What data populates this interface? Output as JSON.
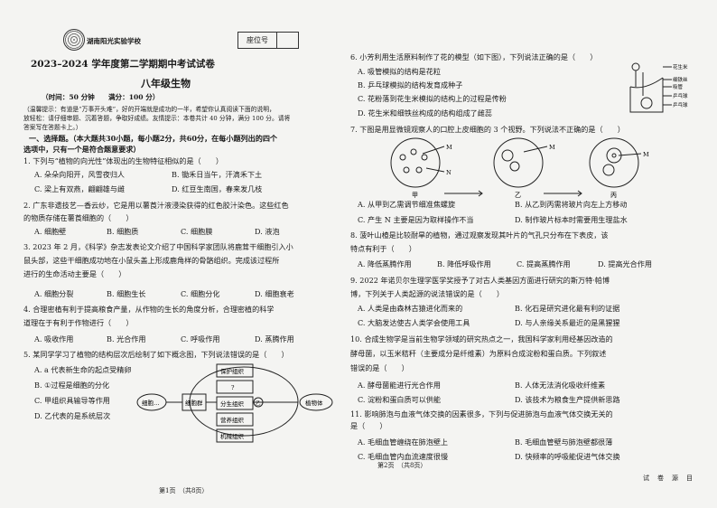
{
  "header": {
    "school": "湖南阳光实验学校",
    "seat_label": "座位号",
    "exam_title": "2023–2024 学年度第二学期期中考试试卷",
    "subject": "八年级生物",
    "time_score": "（时间：50 分钟　　满分：100 分）",
    "notice": [
      "（温馨提示：有道是“万事开头难”，好的开端就是成功的一半，希望你认真阅读下面的说明，",
      "放轻松：请仔细审题、沉着答题，争取好成绩。友情提示：本卷共计 40 分钟，满分 100 分。请将",
      "答案写在答题卡上。）"
    ]
  },
  "section1": {
    "title": "一、选择题。（本大题共30小题，每小题2分，共60分，在每小题列出的四个",
    "subtitle": "选项中，只有一个是符合题意要求）"
  },
  "left_questions": [
    {
      "stem": [
        "1. 下列与“植物的向光性”体现出的生物特征相似的是（　　）"
      ],
      "options": [
        [
          "A. 朵朵向阳开，风雪夜归人",
          "B. 锄禾日当午，汗滴禾下土"
        ],
        [
          "C. 梁上有双燕，翩翩雄与雌",
          "D. 红豆生南国，春来发几枝"
        ]
      ]
    },
    {
      "stem": [
        "2. 广东非遗技艺—香云纱，它是用以薯莨汁液浸染获得的红色胶汁染色。这些红色",
        "的物质存储在薯莨细胞的（　　）"
      ],
      "options": [
        [
          "A. 细胞壁",
          "B. 细胞质",
          "C. 细胞膜",
          "D. 液泡"
        ]
      ]
    },
    {
      "stem": [
        "3. 2023 年 2 月，《科学》杂志发表论文介绍了中国科学家团队将鹿茸干细胞引入小",
        "鼠头部，这些干细胞成功地在小鼠头盖上形成鹿角样的骨骼组织。完成该过程所",
        "进行的生命活动主要是（　　）"
      ],
      "options": [
        [
          "A. 细胞分裂",
          "B. 细胞生长",
          "C. 细胞分化",
          "D. 细胞衰老"
        ]
      ]
    },
    {
      "stem": [
        "4. 合理密植有利于提高粮食产量，从作物的生长的角度分析，合理密植的科学",
        "道理在于有利于作物进行（　　）"
      ],
      "options": [
        [
          "A. 吸收作用",
          "B. 光合作用",
          "C. 呼吸作用",
          "D. 蒸腾作用"
        ]
      ]
    },
    {
      "stem": [
        "5. 某同学学习了植物的结构层次后绘制了如下概念图，下列说法错误的是（　　）"
      ],
      "options": [
        [
          "A. a 代表新生命的起点受精卵"
        ],
        [
          "B. ①过程是细胞的分化"
        ],
        [
          "C. 甲组织具输导等作用"
        ],
        [
          "D. 乙代表的是系统层次"
        ]
      ]
    }
  ],
  "concept_map": {
    "left_node": "细胞…",
    "center_left": "细胞群",
    "tissues": [
      "保护组织",
      "?",
      "分生组织",
      "营养组织",
      "机械组织"
    ],
    "circle_mark": "乙",
    "right_node": "植物体"
  },
  "right_questions": [
    {
      "stem": [
        "6. 小芳利用生活原料制作了花的模型（如下图），下列说法正确的是（　　）"
      ],
      "options": [
        [
          "A. 吸管模拟的结构是花粒"
        ],
        [
          "B. 乒乓球模拟的结构发育成种子"
        ],
        [
          "C. 花粉落到花生米模拟的结构上的过程是传粉"
        ],
        [
          "D. 花生米和细铁丝构成的结构组成了雌蕊"
        ]
      ]
    },
    {
      "stem": [
        "7. 下图是用显微镜观察人的口腔上皮细胞的 3 个视野。下列说法不正确的是（　　）"
      ],
      "options": [
        [
          "A. 从甲到乙需调节细准焦螺旋",
          "B. 从乙到丙需将玻片向左上方移动"
        ],
        [
          "C. 产生 N 主要是因为取样操作不当",
          "D. 制作玻片标本时需要用生理盐水"
        ]
      ]
    },
    {
      "stem": [
        "8. 菠叶山楂是比较耐旱的植物，通过观察发现其叶片的气孔只分布在下表皮，该",
        "特点有利于（　　）"
      ],
      "options": [
        [
          "A. 降低蒸腾作用",
          "B. 降低呼吸作用",
          "C. 提高蒸腾作用",
          "D. 提高光合作用"
        ]
      ]
    },
    {
      "stem": [
        "9. 2022 年诺贝尔生理学医学奖授予了对古人类基因方面进行研究的斯万特·帕博",
        "博，下列关于人类起源的说法错误的是（　　）"
      ],
      "options": [
        [
          "A. 人类是由森林古猿进化而来的",
          "B. 化石是研究进化最有利的证据"
        ],
        [
          "C. 大脑发达使古人类学会使用工具",
          "D. 与人亲缘关系最近的是黑猩猩"
        ]
      ]
    },
    {
      "stem": [
        "10. 合成生物学是当前生物学领域的研究热点之一，我国科学家利用经基因改造的",
        "酵母菌，以玉米秸秆（主要成分是纤维素）为原料合成淀粉和蛋白质。下列叙述",
        "错误的是（　　）"
      ],
      "options": [
        [
          "A. 酵母菌能进行光合作用",
          "B. 人体无法消化吸收纤维素"
        ],
        [
          "C. 淀粉和蛋白质可以供能",
          "D. 该技术为粮食生产提供新思路"
        ]
      ]
    },
    {
      "stem": [
        "11. 影响肺泡与血液气体交换的因素很多，下列与促进肺泡与血液气体交换无关的",
        "是（　　）"
      ],
      "options": [
        [
          "A. 毛细血管缠绕在肺泡壁上",
          "B. 毛细血管壁与肺泡壁都很薄"
        ],
        [
          "C. 毛细血管内血流速度很慢",
          "D. 快频率的呼吸能促进气体交换"
        ]
      ]
    }
  ],
  "flower_labels": [
    "花生米",
    "细铁丝",
    "吸管",
    "乒乓球",
    "乒乓球"
  ],
  "micro_labels": {
    "M": "M",
    "N": "N",
    "jia": "甲",
    "yi": "乙",
    "bing": "丙"
  },
  "footer": {
    "left_page": "第1页　（共8页）",
    "right_page": "第2页　（共8页）",
    "corner": "试　卷　源　目"
  }
}
